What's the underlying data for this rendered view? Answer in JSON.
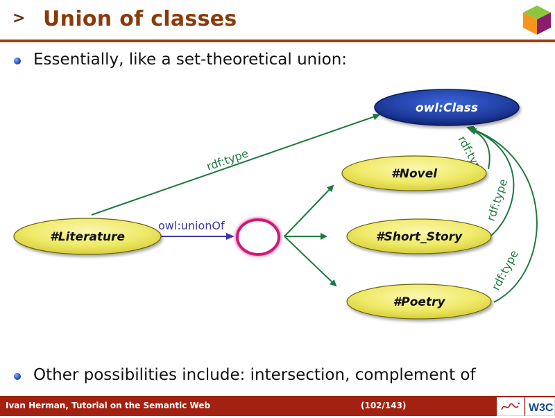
{
  "slide": {
    "title_marker": ">",
    "title": "Union of classes"
  },
  "bullets": [
    {
      "text": "Essentially, like a set-theoretical union:"
    },
    {
      "text": "Other possibilities include: intersection, complement of"
    }
  ],
  "diagram": {
    "nodes": {
      "owl_class": "owl:Class",
      "novel": "#Novel",
      "short_story": "#Short_Story",
      "poetry": "#Poetry",
      "literature": "#Literature"
    },
    "edges": {
      "literature_type": "rdf:type",
      "union_of": "owl:unionOf",
      "novel_type": "rdf:type",
      "short_story_type": "rdf:type",
      "poetry_type": "rdf:type"
    },
    "colors": {
      "class_fill": "#1f3d9e",
      "class_text": "#ffffff",
      "node_fill": "#f0ea6a",
      "node_text": "#111111",
      "green_arrow": "#1d7a3e",
      "blue_arrow": "#3a3aa8",
      "union_circle": "#d4157a"
    }
  },
  "footer": {
    "author": "Ivan Herman, Tutorial on the Semantic Web",
    "page": "(102/143)",
    "logo_w3c": "W3C"
  }
}
